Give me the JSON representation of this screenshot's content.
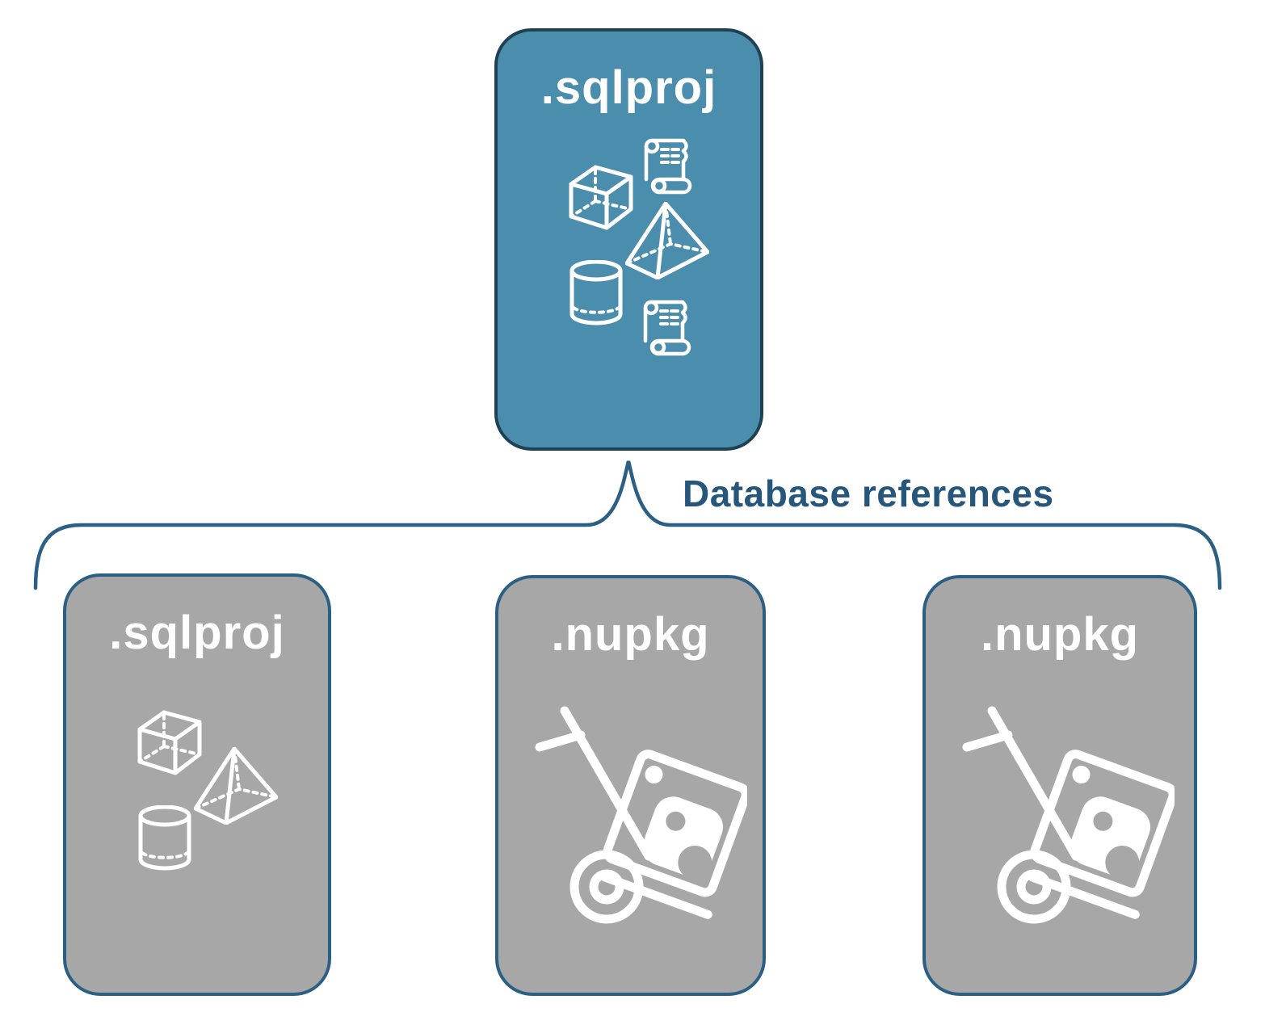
{
  "diagram": {
    "top_box": {
      "label": ".sqlproj",
      "icons": [
        "script-scroll-icon",
        "cube-icon",
        "pyramid-icon",
        "cylinder-icon",
        "script-scroll-icon"
      ]
    },
    "connector_label": "Database references",
    "child_boxes": [
      {
        "label": ".sqlproj",
        "icons": [
          "cube-icon",
          "pyramid-icon",
          "cylinder-icon"
        ]
      },
      {
        "label": ".nupkg",
        "icons": [
          "nuget-hand-truck-icon"
        ]
      },
      {
        "label": ".nupkg",
        "icons": [
          "nuget-hand-truck-icon"
        ]
      }
    ],
    "colors": {
      "parent_fill": "#4A8DAC",
      "parent_border": "#1E4253",
      "child_fill": "#A7A7A7",
      "child_border": "#2B5F83",
      "brace_line": "#2B5F83",
      "label_text": "#26567B",
      "icon_stroke": "#FFFFFF"
    }
  }
}
